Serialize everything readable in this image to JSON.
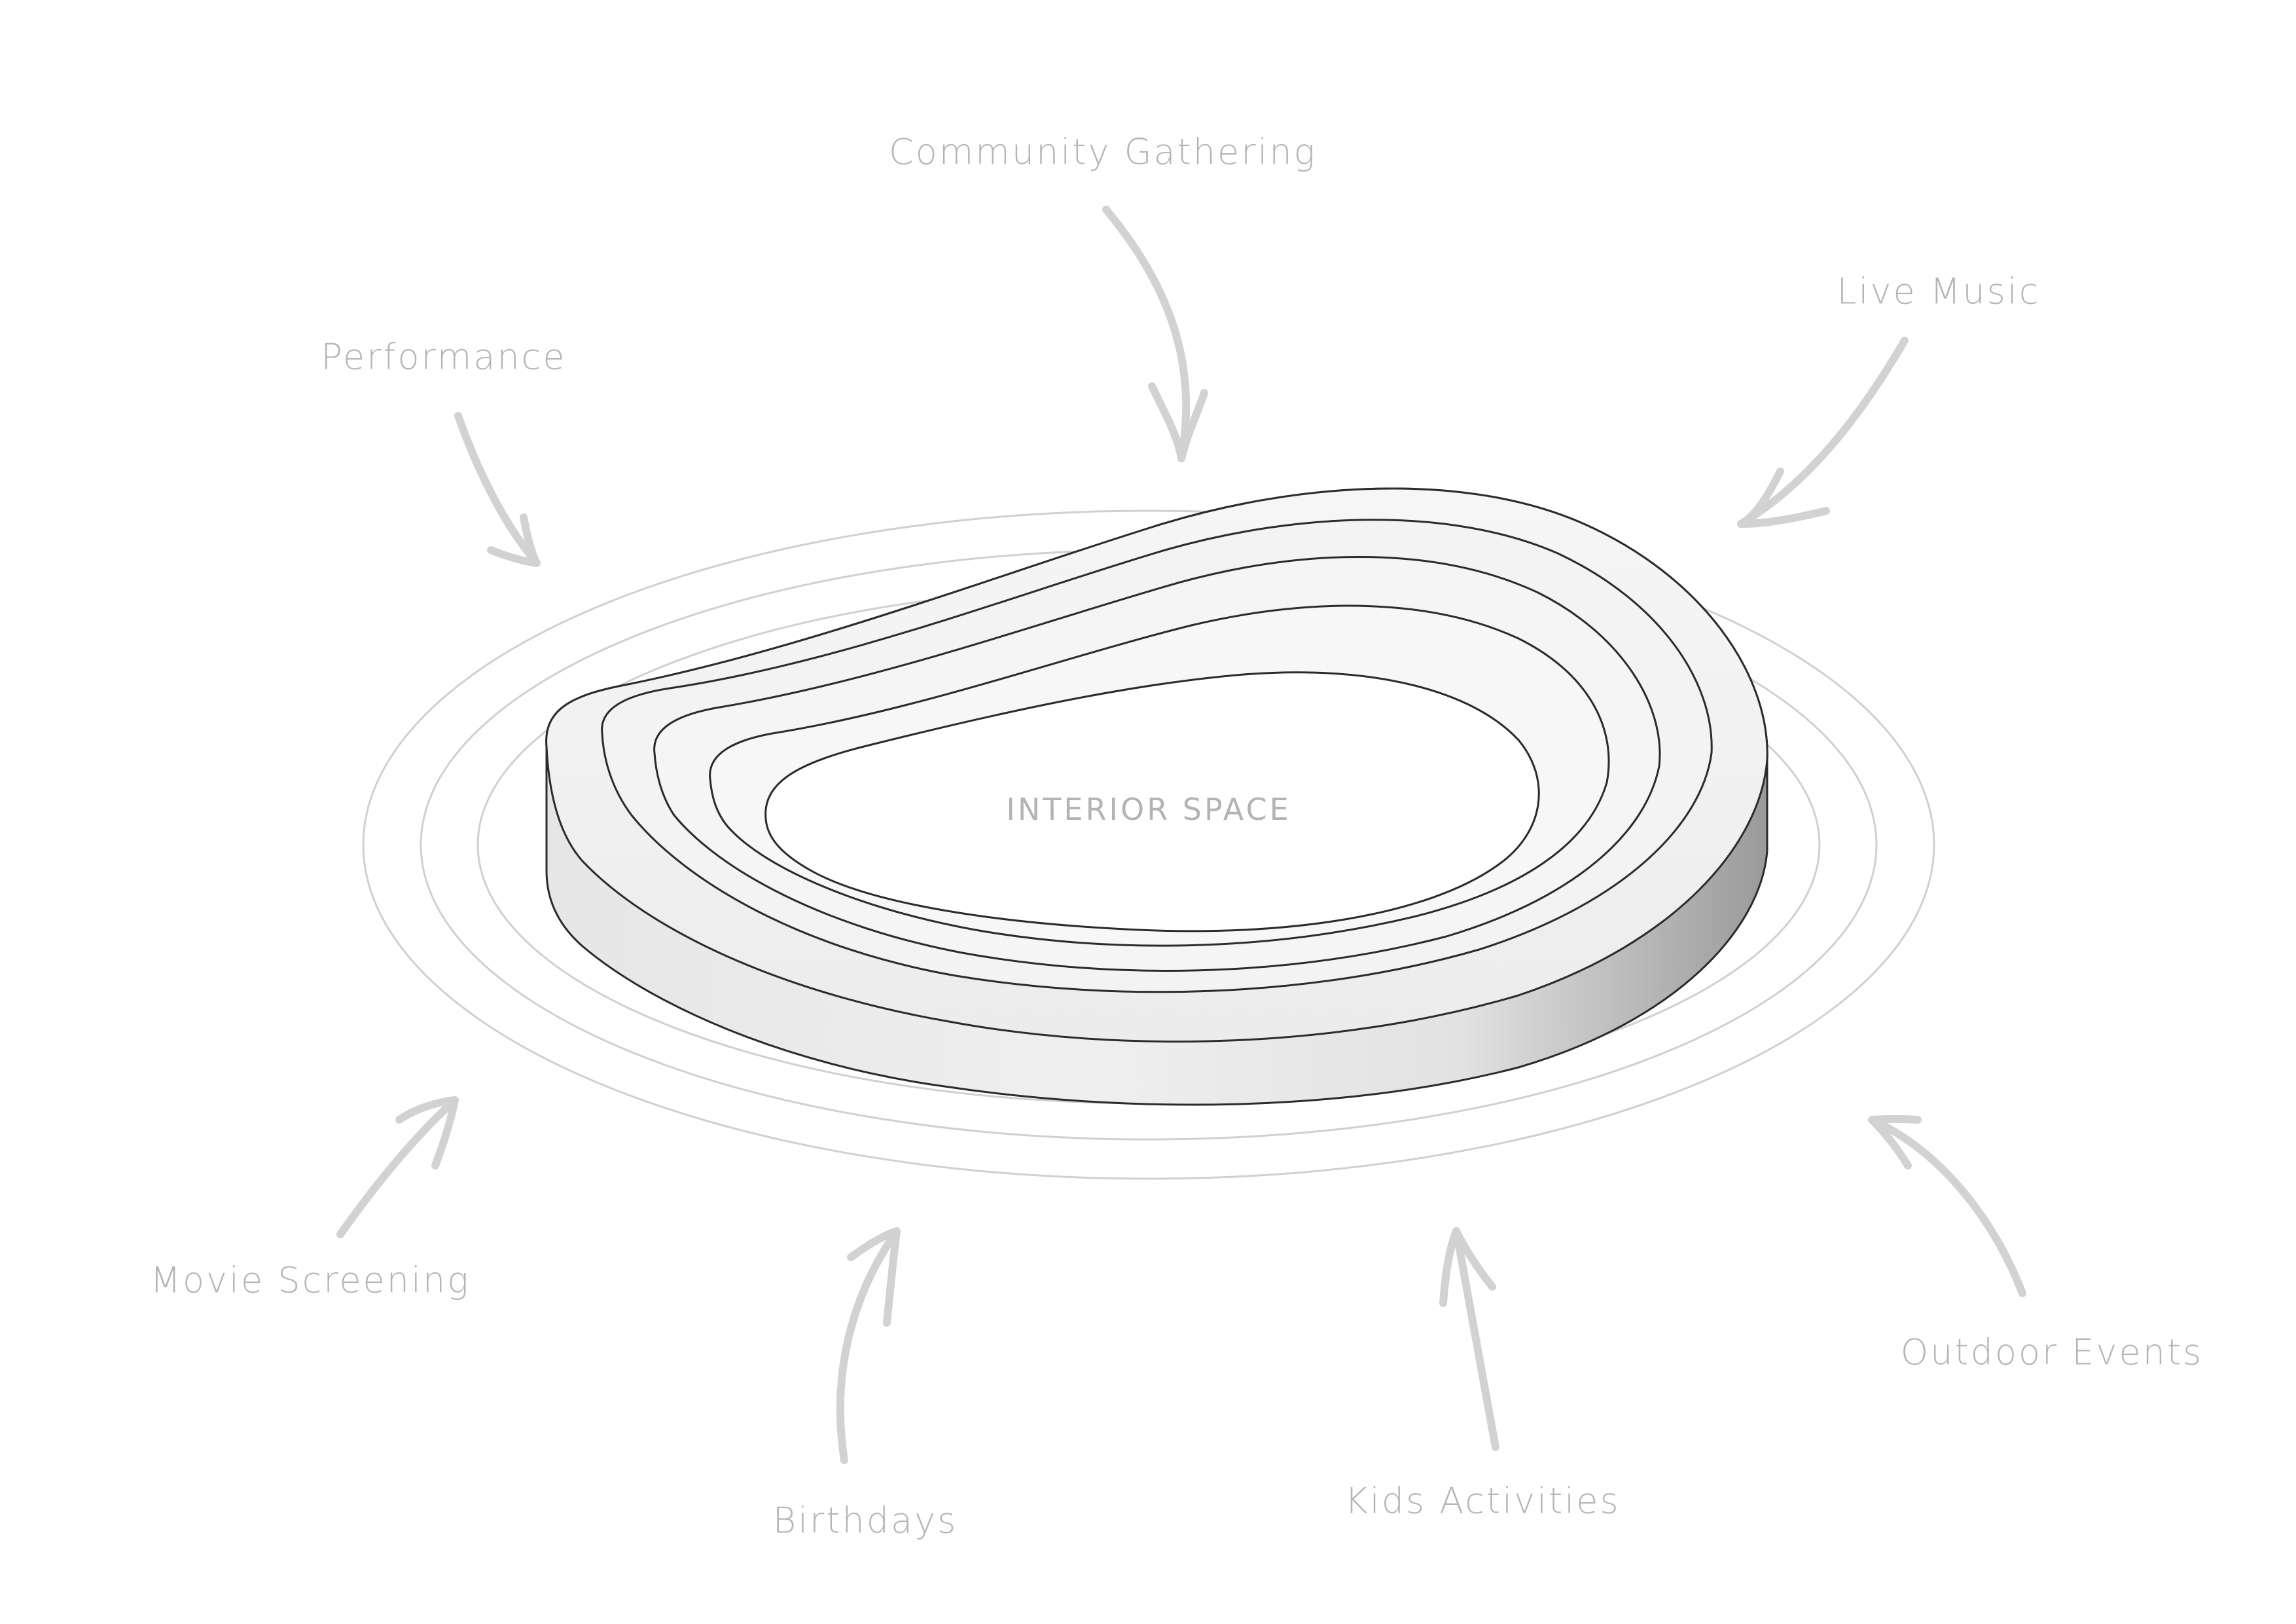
{
  "center_label": "INTERIOR SPACE",
  "activities": [
    {
      "id": "community-gathering",
      "label": "Community Gathering"
    },
    {
      "id": "live-music",
      "label": "Live Music"
    },
    {
      "id": "performance",
      "label": "Performance"
    },
    {
      "id": "movie-screening",
      "label": "Movie Screening"
    },
    {
      "id": "birthdays",
      "label": "Birthdays"
    },
    {
      "id": "kids-activities",
      "label": "Kids Activities"
    },
    {
      "id": "outdoor-events",
      "label": "Outdoor Events"
    }
  ],
  "colors": {
    "label_text": "#b5b5b5",
    "arrow": "#d2d2d2",
    "ground_rings": "#cfcfcf",
    "structure_outline": "#2b2b2b",
    "structure_fill": "#f1f1f1"
  }
}
